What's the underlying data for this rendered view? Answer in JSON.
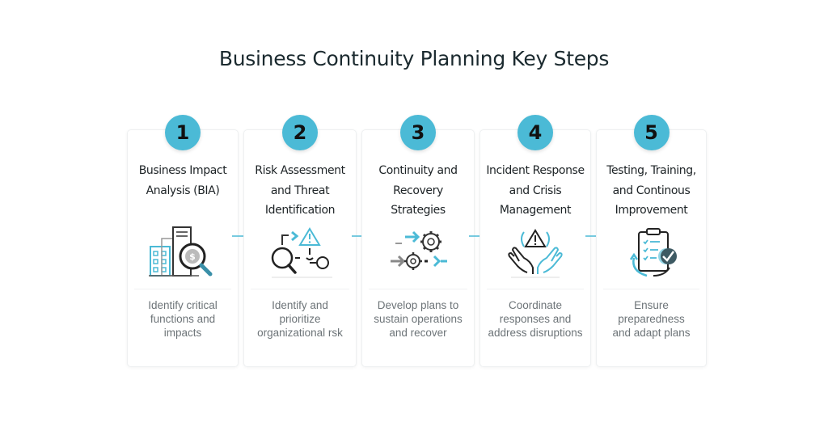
{
  "title": "Business Continuity Planning Key Steps",
  "accent_color": "#4bbad6",
  "steps": [
    {
      "number": "1",
      "heading_lines": [
        "Business Impact",
        "Analysis (BIA)"
      ],
      "icon": "building-magnifier-dollar-icon",
      "desc_lines": [
        "Identify critical",
        "functions and",
        "impacts"
      ]
    },
    {
      "number": "2",
      "heading_lines": [
        "Risk Assessment",
        "and Threat",
        "Identification"
      ],
      "icon": "risk-magnifier-warning-icon",
      "desc_lines": [
        "Identify and",
        "prioritize",
        "organizational rsk"
      ]
    },
    {
      "number": "3",
      "heading_lines": [
        "Continuity and",
        "Recovery",
        "Strategies"
      ],
      "icon": "gears-arrows-icon",
      "desc_lines": [
        "Develop plans to",
        "sustain operations",
        "and recover"
      ]
    },
    {
      "number": "4",
      "heading_lines": [
        "Incident Response",
        "and Crisis",
        "Management"
      ],
      "icon": "hands-warning-icon",
      "desc_lines": [
        "Coordinate",
        "responses and",
        "address disruptions"
      ]
    },
    {
      "number": "5",
      "heading_lines": [
        "Testing, Training,",
        "and Continous",
        "Improvement"
      ],
      "icon": "clipboard-check-cycle-icon",
      "desc_lines": [
        "Ensure",
        "preparedness",
        "and adapt plans"
      ]
    }
  ]
}
